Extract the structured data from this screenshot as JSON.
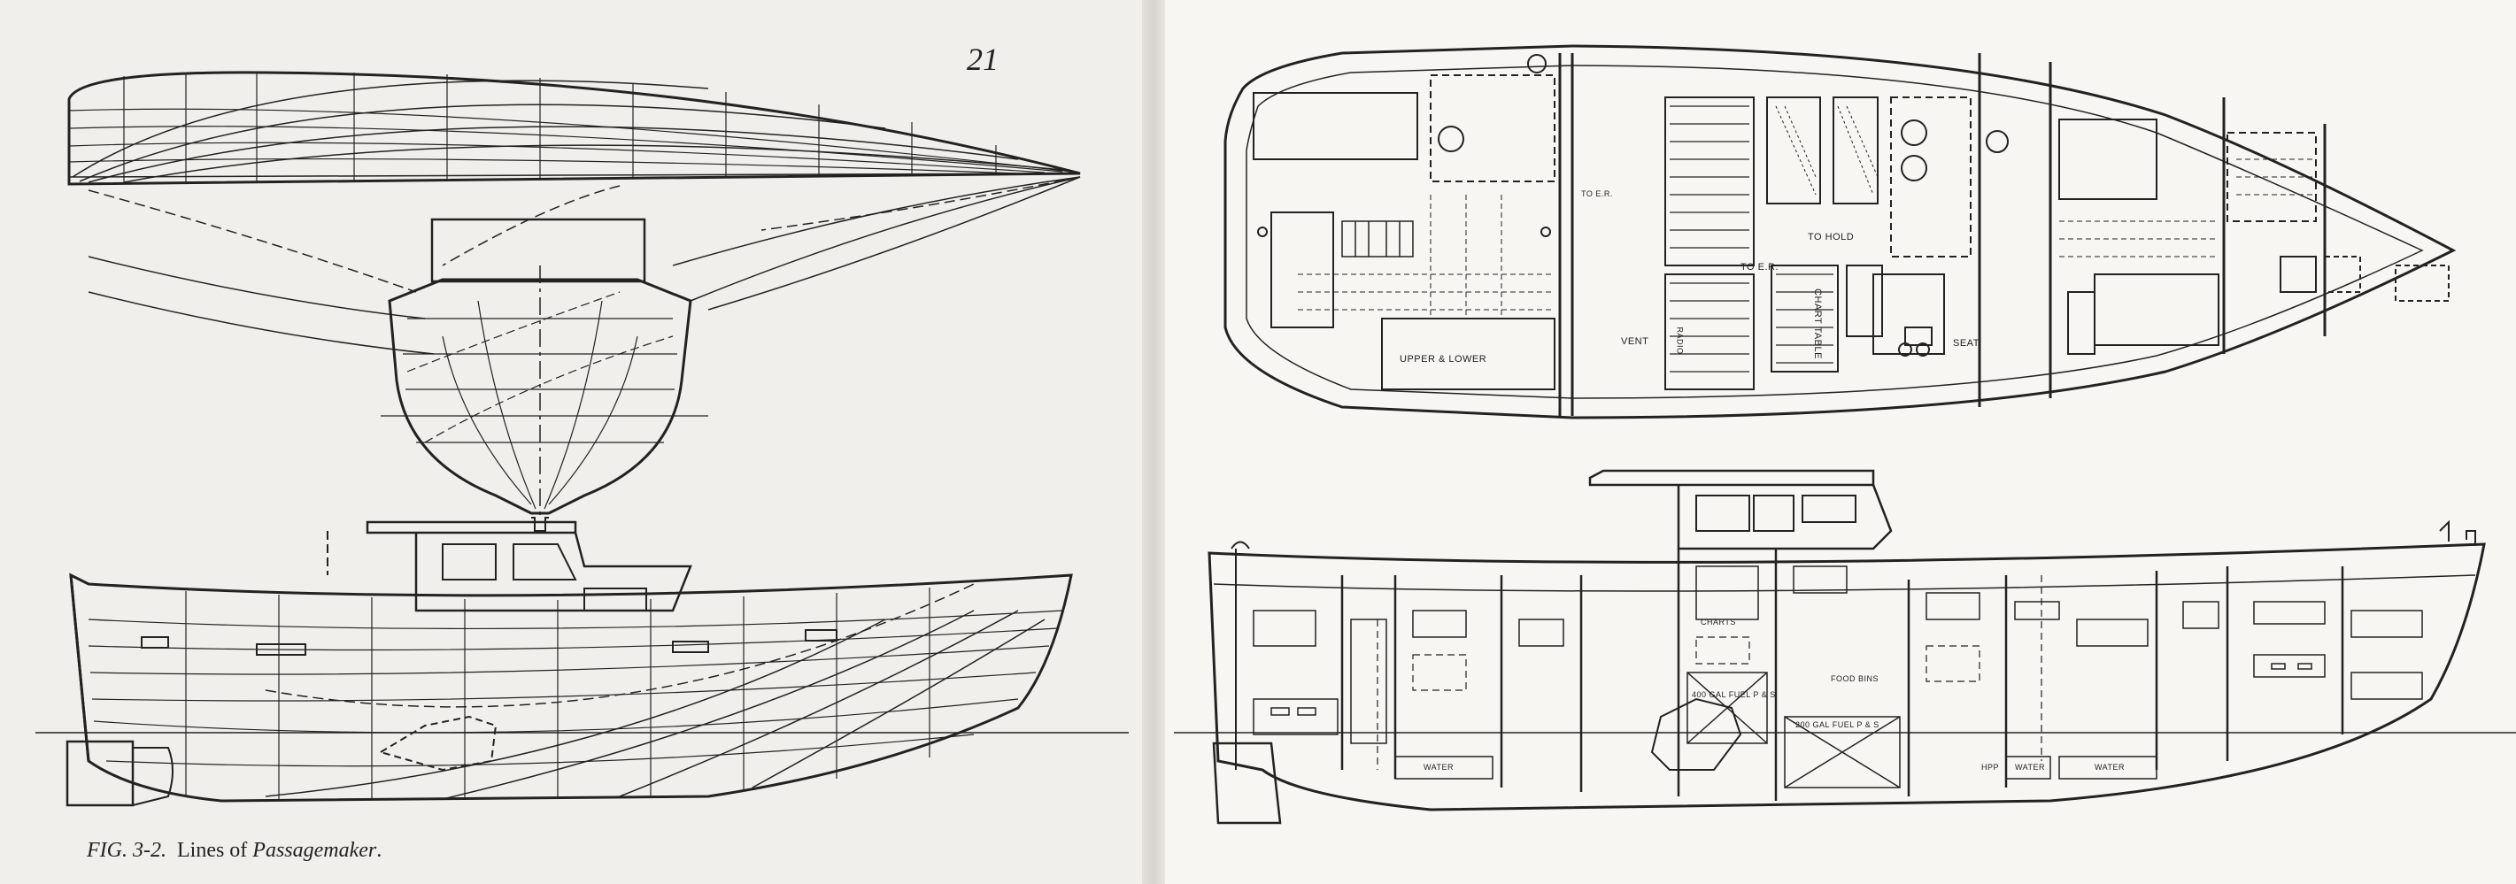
{
  "page_number": "21",
  "caption": {
    "figure_label": "FIG. 3-2.",
    "text": "Lines of ",
    "boat_name": "Passagemaker",
    "end": "."
  },
  "plan_labels": {
    "upper_lower": "UPPER & LOWER",
    "to_er_top": "TO E.R.",
    "to_er": "TO E.R.",
    "to_hold": "TO HOLD",
    "chart_table": "CHART TABLE",
    "radio": "RADIO",
    "vent": "VENT",
    "seat": "SEAT"
  },
  "profile_labels": {
    "charts": "CHARTS",
    "fuel_port": "400 GAL FUEL P & S",
    "food_bins": "FOOD BINS",
    "fuel_stbd": "200 GAL FUEL P & S",
    "water_1": "WATER",
    "water_2": "WATER",
    "water_3": "WATER",
    "hpp": "HPP"
  }
}
